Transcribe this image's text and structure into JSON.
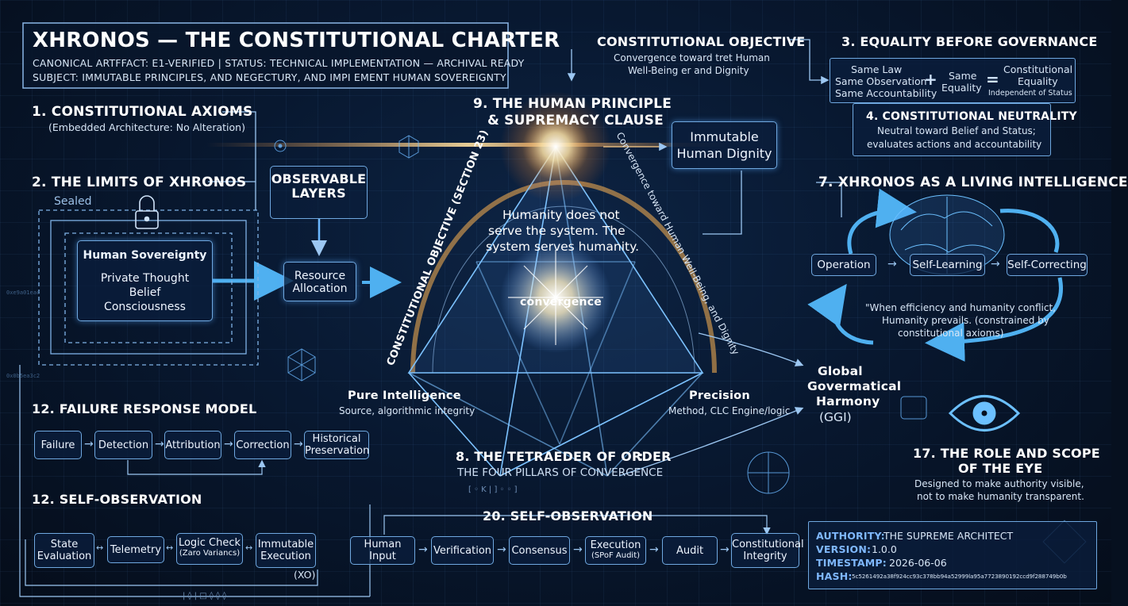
{
  "title": {
    "main": "XHRONOS — THE CONSTITUTIONAL CHARTER",
    "line1": "CANONICAL ARTFFACT: E1-VERIFIED |  STATUS: TECHNICAL IMPLEMENTATION — ARCHIVAL READY",
    "line2": "SUBJECT:  IMMUTABLE PRINCIPLES, AND NEGECTURY, AND IMPI EMENT HUMAN SOVEREIGNTY"
  },
  "objective": {
    "heading": "CONSTITUTIONAL OBJECTIVE",
    "line1": "Convergence toward tret Human",
    "line2": "Well-Being er and Dignity"
  },
  "equality": {
    "heading": "3. EQUALITY BEFORE GOVERNANCE",
    "law": "Same Law",
    "observation": "Same Observation",
    "accountability": "Same Accountability",
    "plus": "+",
    "same": "Same",
    "equality_word": "Equality",
    "equals": "=",
    "result1": "Constitutional",
    "result2": "Equality",
    "result3": "Independent of Status"
  },
  "neutrality": {
    "heading": "4. CONSTITUTIONAL NEUTRALITY",
    "line1": "Neutral toward Belief and Status;",
    "line2": "evaluates actions and accountability"
  },
  "axioms": {
    "heading": "1. CONSTITUTIONAL AXIOMS",
    "sub": "(Embedded Architecture: No Alteration)"
  },
  "limits": {
    "heading": "2. THE LIMITS OF XHRONOS",
    "sealed": "Sealed",
    "box_title": "Human Sovereignty",
    "item1": "Private Thought",
    "item2": "Belief",
    "item3": "Consciousness"
  },
  "observable": {
    "line1": "OBSERVABLE",
    "line2": "LAYERS"
  },
  "resource": {
    "line1": "Resource",
    "line2": "Allocation"
  },
  "human_principle": {
    "line1": "9. THE HUMAN PRINCIPLE",
    "line2": "& SUPREMACY CLAUSE"
  },
  "dignity": {
    "line1": "Immutable",
    "line2": "Human Dignity"
  },
  "arc": {
    "left": "CONSTITUTIONAL OBJECTIVE (SECTION 23)",
    "right": "Convergence toward Human Well-Being, and Dignity"
  },
  "center": {
    "line1": "Humanity does not",
    "line2": "serve the system. The",
    "line3": "system serves humanity.",
    "convergence": "convergence"
  },
  "pillars": {
    "left_title": "Pure Intelligence",
    "left_sub": "Source, algorithmic integrity",
    "right_title": "Precision",
    "right_sub": "Method, CLC Engine/logic"
  },
  "tetraeder": {
    "heading": "8. THE TETRAEDER OF ORDER",
    "colon": ":",
    "sub": "THE FOUR PILLARS OF CONVERGENCE"
  },
  "ggh": {
    "line1": "Global",
    "line2": "Govermatical",
    "line3": "Harmony",
    "line4": "(GGI)"
  },
  "living": {
    "heading": "7. XHRONOS AS A LIVING INTELLIGENCE",
    "operation": "Operation",
    "learning": "Self-Learning",
    "correcting": "Self-Correcting",
    "quote1": "\"When efficiency and humanity conflict,",
    "quote2": "Humanity prevails. (constrained by",
    "quote3": "constitutional axioms)"
  },
  "failure": {
    "heading": "12. FAILURE RESPONSE MODEL",
    "steps": [
      "Failure",
      "Detection",
      "Attribution",
      "Correction"
    ],
    "last1": "Historical",
    "last2": "Preservation"
  },
  "self_obs_left": {
    "heading": "12. SELF-OBSERVATION",
    "s1a": "State",
    "s1b": "Evaluation",
    "s2": "Telemetry",
    "s3a": "Logic Check",
    "s3b": "(Zaro Variancs)",
    "s4a": "Immutable",
    "s4b": "Execution",
    "xo": "(XO)"
  },
  "self_obs_right": {
    "heading": "20. SELF-OBSERVATION",
    "s1": "Human Input",
    "s2": "Verification",
    "s3": "Consensus",
    "s4a": "Execution",
    "s4b": "(SPoF Audit)",
    "s5": "Audit",
    "s6a": "Constitutional",
    "s6b": "Integrity"
  },
  "eye": {
    "heading1": "17. THE ROLE AND SCOPE",
    "heading2": "OF THE EYE",
    "line1": "Designed to make authority visible,",
    "line2": "not to make humanity transparent."
  },
  "meta": {
    "authority_label": "AUTHORITY:",
    "authority": "THE SUPREME ARCHITECT",
    "version_label": "VERSION:",
    "version": "1.0.0",
    "timestamp_label": "TIMESTAMP:",
    "timestamp": "2026-06-06",
    "hash_label": "HASH:",
    "hash": "5c5261492a38f924cc93c378bb94a52999la95a7723890192ccd9f288749b0b"
  },
  "glyphs": {
    "bottom_left": "| ◊ | □ ◊ ◊ ◊",
    "bottom_mid": "[ ◦ K | ] ◦ ◦ ]",
    "code1": "0xe9a01eac",
    "code2": "0x0b5ea3c2"
  },
  "colors": {
    "accent": "#6fa8e0",
    "glow": "#ffd89a",
    "heading": "#ffffff",
    "meta_label": "#7fb8ff"
  }
}
